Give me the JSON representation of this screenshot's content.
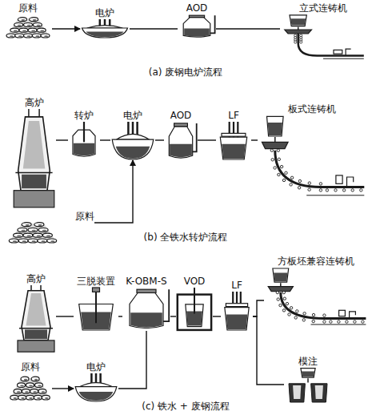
{
  "diagram": {
    "nodes": [
      {
        "text": [
          "原料"
        ]
      },
      {
        "text": [
          "电炉"
        ]
      },
      {
        "text": [
          "AOD"
        ]
      },
      {
        "text": [
          "立式连铸机"
        ]
      },
      {
        "text": [
          "高炉"
        ]
      },
      {
        "text": [
          "原料"
        ]
      },
      {
        "text": [
          "转炉"
        ]
      },
      {
        "text": [
          "电炉"
        ]
      },
      {
        "text": [
          "AOD"
        ]
      },
      {
        "text": [
          "LF"
        ]
      },
      {
        "text": [
          "板式连铸机"
        ]
      },
      {
        "text": [
          "高炉"
        ]
      },
      {
        "text": [
          "三脱装置"
        ]
      },
      {
        "text": [
          "K-OBM-S"
        ]
      },
      {
        "text": [
          "原料"
        ]
      },
      {
        "text": [
          "电炉"
        ]
      },
      {
        "text": [
          "VOD"
        ]
      },
      {
        "text": [
          "LF"
        ]
      },
      {
        "text": [
          "方板坯兼容连铸机"
        ]
      },
      {
        "text": [
          "模注"
        ]
      }
    ],
    "edges": [
      {
        "from": 0,
        "to": 1,
        "arrow": "to"
      },
      {
        "from": 1,
        "to": 2,
        "arrow": "none"
      },
      {
        "from": 2,
        "to": 3,
        "arrow": "none"
      },
      {
        "from": 4,
        "to": 6,
        "arrow": "none"
      },
      {
        "from": 6,
        "to": 7,
        "arrow": "none"
      },
      {
        "from": 5,
        "to": 7,
        "arrow": "to"
      },
      {
        "from": 7,
        "to": 8,
        "arrow": "none"
      },
      {
        "from": 8,
        "to": 9,
        "arrow": "none"
      },
      {
        "from": 9,
        "to": 10,
        "arrow": "none"
      },
      {
        "from": 11,
        "to": 12,
        "arrow": "none"
      },
      {
        "from": 12,
        "to": 13,
        "arrow": "none"
      },
      {
        "from": 14,
        "to": 15,
        "arrow": "to"
      },
      {
        "from": 15,
        "to": 13,
        "arrow": "none"
      },
      {
        "from": 13,
        "to": 16,
        "arrow": "none"
      },
      {
        "from": 16,
        "to": 17,
        "arrow": "none"
      },
      {
        "from": 17,
        "to": 18,
        "arrow": "none"
      },
      {
        "from": 17,
        "to": 19,
        "arrow": "none"
      }
    ],
    "labels": [
      "(a) 废钢电炉流程",
      "(b) 全铁水转炉流程",
      "(c) 铁水 + 废钢流程"
    ]
  }
}
